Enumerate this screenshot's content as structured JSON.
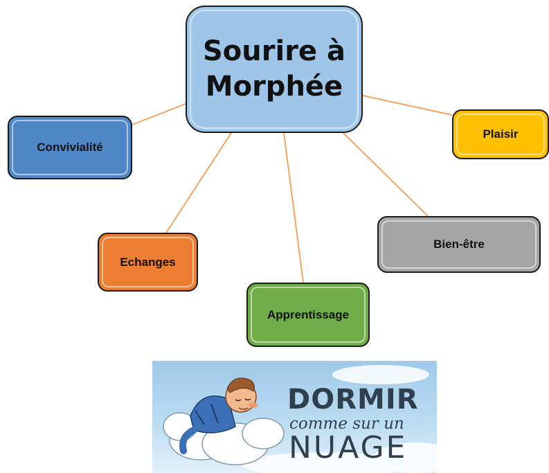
{
  "center": {
    "line1": "Sourire à",
    "line2": "Morphée",
    "color": "#9fc5e8"
  },
  "nodes": [
    {
      "id": "convivialite",
      "label": "Convivialité",
      "color": "#4f86c6"
    },
    {
      "id": "plaisir",
      "label": "Plaisir",
      "color": "#ffc000"
    },
    {
      "id": "echanges",
      "label": "Echanges",
      "color": "#ed7d31"
    },
    {
      "id": "bien_etre",
      "label": "Bien-être",
      "color": "#a5a5a5"
    },
    {
      "id": "apprentissage",
      "label": "Apprentissage",
      "color": "#70ad47"
    }
  ],
  "connector_color": "#f4a460",
  "banner": {
    "title": "DORMIR",
    "subtitle": "comme sur un",
    "word": "NUAGE"
  }
}
